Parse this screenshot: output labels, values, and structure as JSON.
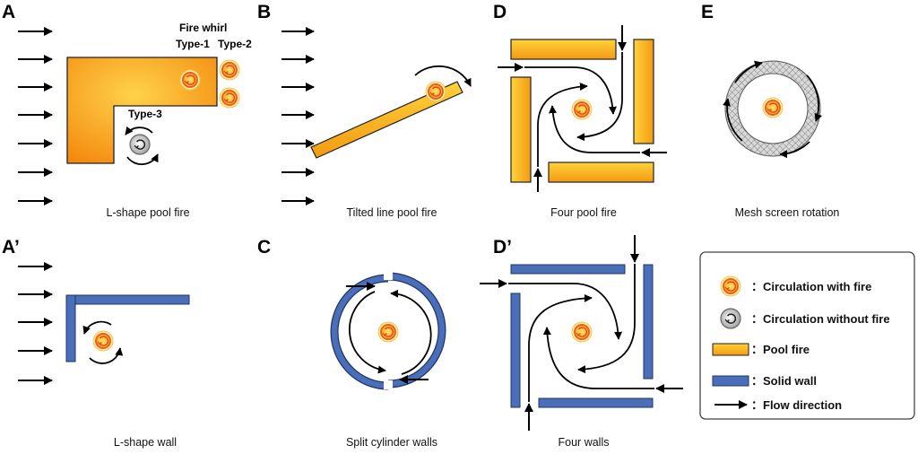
{
  "panels": {
    "A": {
      "label": "A",
      "caption": "L-shape pool fire",
      "annotation_title": "Fire whirl",
      "type1": "Type-1",
      "type2": "Type-2",
      "type3": "Type-3"
    },
    "A_prime": {
      "label": "A’",
      "caption": "L-shape wall"
    },
    "B": {
      "label": "B",
      "caption": "Tilted line pool fire"
    },
    "C": {
      "label": "C",
      "caption": "Split cylinder walls"
    },
    "D": {
      "label": "D",
      "caption": "Four pool fire"
    },
    "D_prime": {
      "label": "D’",
      "caption": "Four walls"
    },
    "E": {
      "label": "E",
      "caption": "Mesh screen rotation"
    }
  },
  "legend": {
    "items": [
      {
        "icon": "circulation-with-fire-icon",
        "text": "：Circulation with fire"
      },
      {
        "icon": "circulation-without-fire-icon",
        "text": "：Circulation without fire"
      },
      {
        "icon": "pool-fire-icon",
        "text": "：Pool fire"
      },
      {
        "icon": "solid-wall-icon",
        "text": "：Solid wall"
      },
      {
        "icon": "flow-direction-icon",
        "text": "：Flow direction"
      }
    ]
  },
  "colors": {
    "pool_fire_light": "#ffd84a",
    "pool_fire_dark": "#f59a0c",
    "wall_fill": "#4a6fb8",
    "wall_stroke": "#1f3668",
    "fire_ring": "#f05a23",
    "mesh_gray": "#b5b5b5"
  }
}
